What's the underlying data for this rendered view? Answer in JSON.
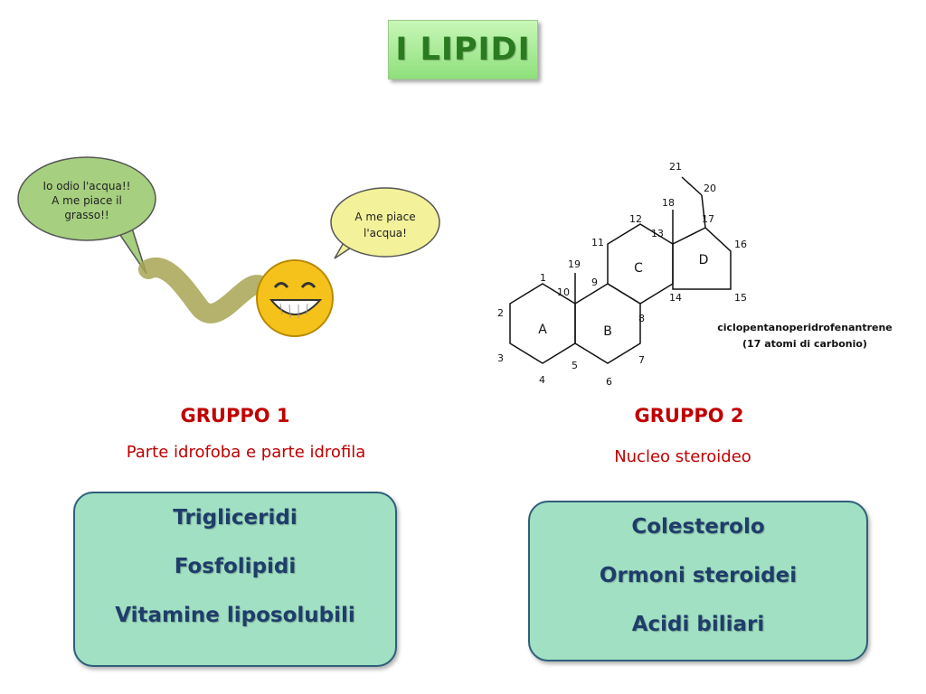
{
  "title": "I LIPIDI",
  "cartoon": {
    "bubble_left": [
      "Io odio l'acqua!!",
      "A me piace il",
      "grasso!!"
    ],
    "bubble_right": [
      "A me piace",
      "l'acqua!"
    ]
  },
  "steroid": {
    "rings": [
      "A",
      "B",
      "C",
      "D"
    ],
    "atoms": [
      "1",
      "2",
      "3",
      "4",
      "5",
      "6",
      "7",
      "8",
      "9",
      "10",
      "11",
      "12",
      "13",
      "14",
      "15",
      "16",
      "17",
      "18",
      "19",
      "20",
      "21"
    ],
    "caption": [
      "ciclopentanoperidrofenantrene",
      "(17 atomi di carbonio)"
    ]
  },
  "group1": {
    "title": "GRUPPO 1",
    "subtitle": "Parte idrofoba e parte idrofila",
    "items": [
      "Trigliceridi",
      "Fosfolipidi",
      "Vitamine liposolubili"
    ]
  },
  "group2": {
    "title": "GRUPPO 2",
    "subtitle": "Nucleo steroideo",
    "items": [
      "Colesterolo",
      "Ormoni steroidei",
      "Acidi biliari"
    ]
  },
  "colors": {
    "title_text": "#2a7a1f",
    "group_heading": "#c00000",
    "card_fill": "#a1e0c2",
    "card_text": "#1f3d6b"
  }
}
